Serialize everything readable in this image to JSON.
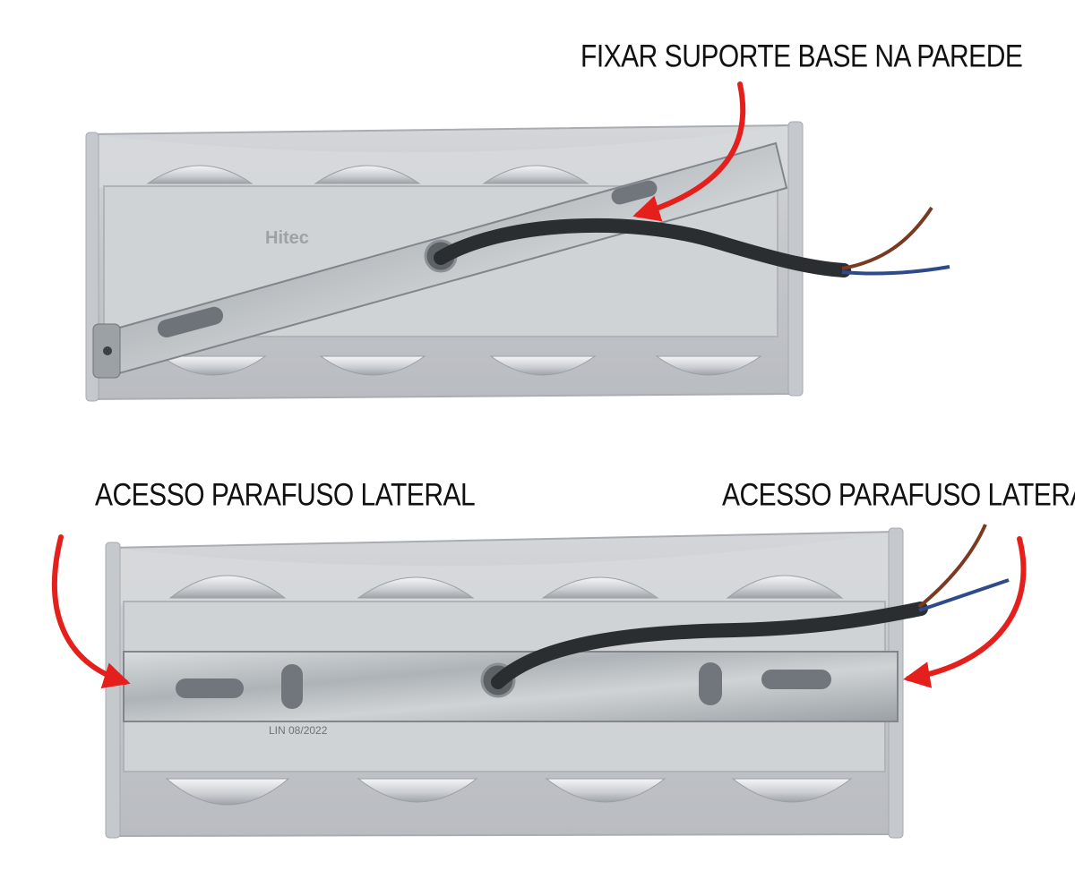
{
  "captions": {
    "top": "FIXAR SUPORTE BASE NA PAREDE",
    "bottom_left": "ACESSO  PARAFUSO LATERAL",
    "bottom_right": "ACESSO  PARAFUSO LATERAL"
  },
  "product_marks": {
    "brand": "Hitec",
    "lot_label": "LIN 08/2022"
  },
  "colors": {
    "housing": "#c9ccd0",
    "bracket": "#b7bcc0",
    "arrow": "#e5201c",
    "cable": "#2b2e31",
    "wire_brown": "#7a3a22",
    "wire_blue": "#2f4a8a"
  }
}
